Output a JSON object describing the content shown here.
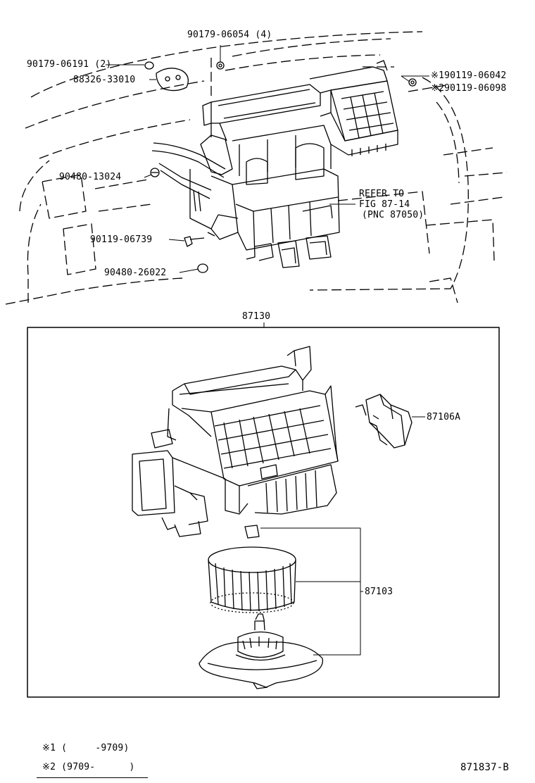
{
  "part_labels": {
    "p90179_06054": "90179-06054 (4)",
    "p90179_06191": "90179-06191 (2)",
    "p88326_33010": "88326-33010",
    "p190119_06042": "※190119-06042",
    "p290119_06098": "※290119-06098",
    "p90480_13024": "90480-13024",
    "refer_line1": "REFER TO",
    "refer_line2": "FIG 87-14",
    "refer_line3": "(PNC 87050)",
    "p90119_06739": "90119-06739",
    "p90480_26022": "90480-26022",
    "p87130": "87130",
    "p87106A": "87106A",
    "p87103": "87103"
  },
  "footnotes": [
    {
      "mark": "※1",
      "range": "(     -9709)"
    },
    {
      "mark": "※2",
      "range": "(9709-      )"
    }
  ],
  "figure_code": "871837-B",
  "colors": {
    "ink": "#000000",
    "paper": "#ffffff"
  }
}
